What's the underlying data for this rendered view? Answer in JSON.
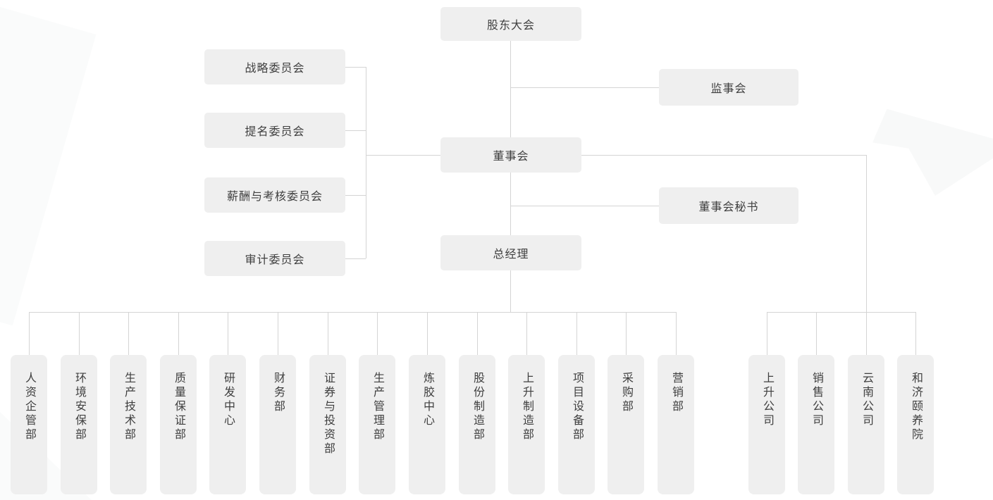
{
  "nodes": {
    "shareholders": "股东大会",
    "supervisory_board": "监事会",
    "board_of_directors": "董事会",
    "board_secretary": "董事会秘书",
    "general_manager": "总经理"
  },
  "committees": [
    "战略委员会",
    "提名委员会",
    "薪酬与考核委员会",
    "审计委员会"
  ],
  "departments": [
    "人资企管部",
    "环境安保部",
    "生产技术部",
    "质量保证部",
    "研发中心",
    "财务部",
    "证券与投资部",
    "生产管理部",
    "炼胶中心",
    "股份制造部",
    "上升制造部",
    "项目设备部",
    "采购部",
    "营销部"
  ],
  "subsidiaries": [
    "上升公司",
    "销售公司",
    "云南公司",
    "和济颐养院"
  ],
  "colors": {
    "box_bg": "#efefef",
    "box_text": "#3f3f3f",
    "connector": "#d4d4d4"
  }
}
